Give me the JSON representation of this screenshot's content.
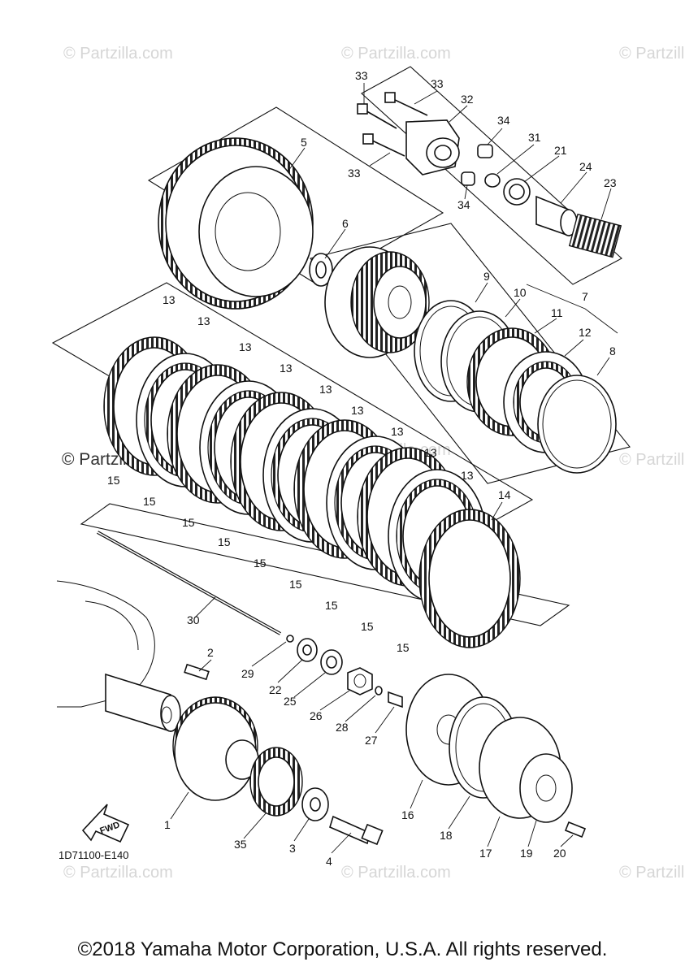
{
  "diagram": {
    "code": "1D71100-E140",
    "fwd_label": "FWD",
    "copyright": "©2018 Yamaha Motor Corporation, U.S.A. All rights reserved.",
    "watermark": "© Partzilla.com",
    "watermark_dark": "© Partzilla.com"
  },
  "callouts": {
    "c1": "1",
    "c2": "2",
    "c3": "3",
    "c4": "4",
    "c5": "5",
    "c6": "6",
    "c7": "7",
    "c8": "8",
    "c9": "9",
    "c10": "10",
    "c11": "11",
    "c12": "12",
    "c13": "13",
    "c14": "14",
    "c15": "15",
    "c16": "16",
    "c17": "17",
    "c18": "18",
    "c19": "19",
    "c20": "20",
    "c21": "21",
    "c22": "22",
    "c23": "23",
    "c24": "24",
    "c25": "25",
    "c26": "26",
    "c27": "27",
    "c28": "28",
    "c29": "29",
    "c30": "30",
    "c31": "31",
    "c32": "32",
    "c33": "33",
    "c34": "34",
    "c35": "35"
  }
}
